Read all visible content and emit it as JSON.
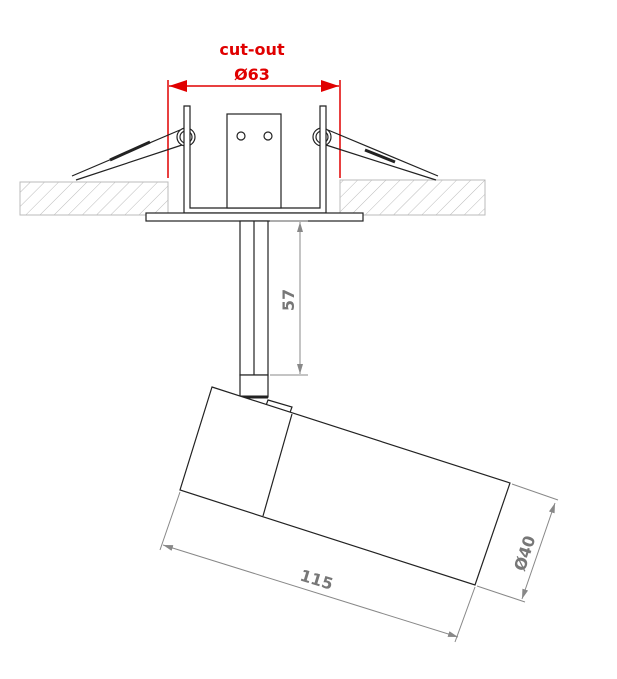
{
  "cutout": {
    "label": "cut-out",
    "value": "Ø63"
  },
  "dimensions": {
    "stem_height": "57",
    "length": "115",
    "diameter": "Ø40"
  },
  "colors": {
    "cutout": "#e00000",
    "dimension": "#777777",
    "line": "#222222",
    "hatch": "#bbbbbb"
  }
}
